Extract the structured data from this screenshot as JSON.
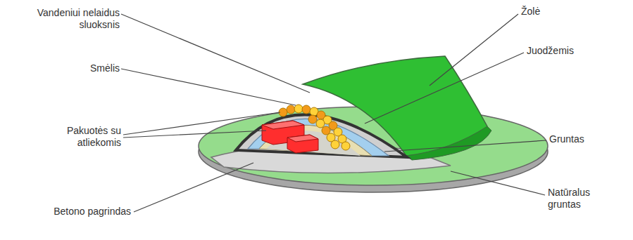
{
  "diagram": {
    "labels": [
      "Vandeniui nelaidus sluoksnis",
      "Smėlis",
      "Pakuotės su atliekomis",
      "Betono pagrindas",
      "Žolė",
      "Juodžemis",
      "Gruntas",
      "Natūralus gruntas"
    ]
  }
}
